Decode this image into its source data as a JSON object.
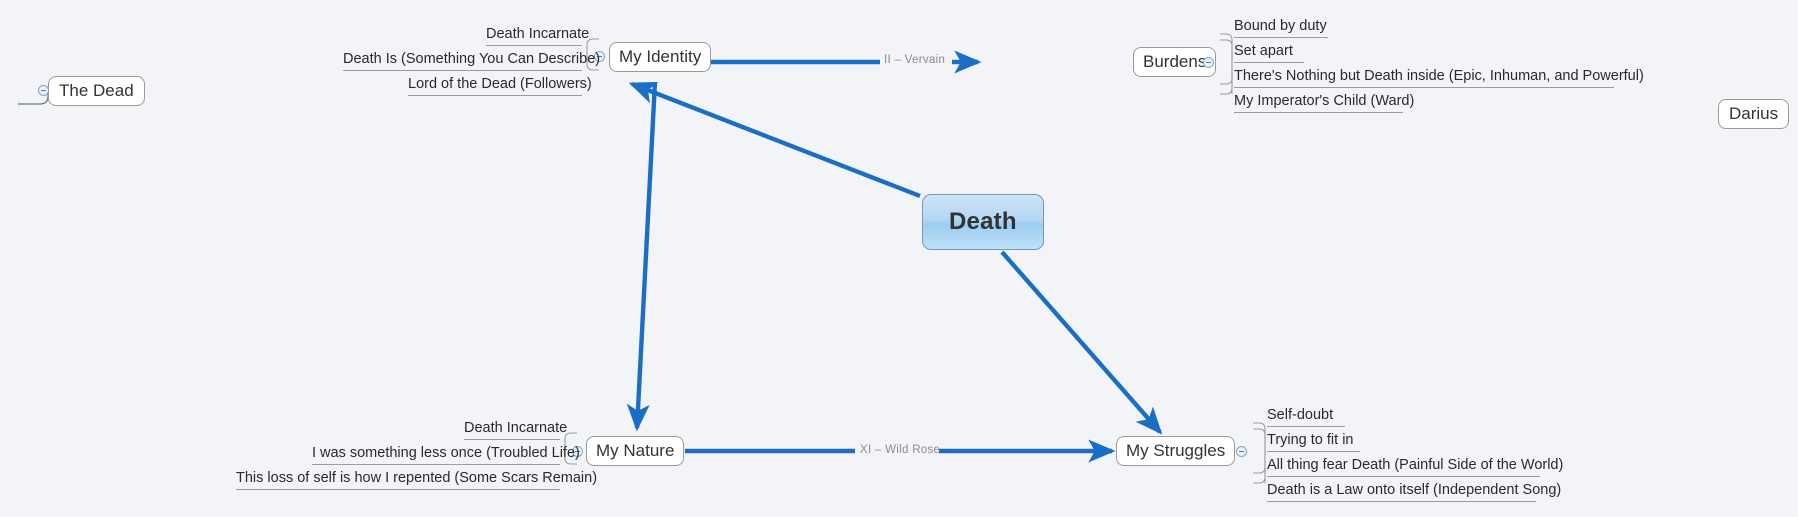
{
  "canvas": {
    "background_color": "#f2f4f7",
    "accent_color": "#1a6fc4",
    "central_fill": "#b4d7f3"
  },
  "central": {
    "label": "Death"
  },
  "floating_nodes": [
    {
      "label": "The Dead"
    },
    {
      "label": "Darius"
    }
  ],
  "edges": [
    {
      "from": "My Identity",
      "to": "Burdens",
      "label": "II – Vervain"
    },
    {
      "from": "My Nature",
      "to": "My Struggles",
      "label": "XI – Wild Rose"
    },
    {
      "from": "Death",
      "to": "My Identity",
      "label": ""
    },
    {
      "from": "Death",
      "to": "My Struggles",
      "label": ""
    },
    {
      "from": "My Identity",
      "to": "My Nature",
      "label": ""
    }
  ],
  "branches": [
    {
      "id": "my-identity",
      "label": "My Identity",
      "side": "left",
      "subtopics": [
        "Death Incarnate",
        "Death Is (Something You Can Describe)",
        "Lord of the Dead (Followers)"
      ]
    },
    {
      "id": "burdens",
      "label": "Burdens",
      "side": "right",
      "subtopics": [
        "Bound by duty",
        "Set apart",
        "There's Nothing but Death inside (Epic, Inhuman, and Powerful)",
        "My Imperator's Child (Ward)"
      ]
    },
    {
      "id": "my-nature",
      "label": "My Nature",
      "side": "left",
      "subtopics": [
        "Death Incarnate",
        "I was something less once (Troubled Life)",
        "This loss of self is how I repented (Some Scars Remain)"
      ]
    },
    {
      "id": "my-struggles",
      "label": "My Struggles",
      "side": "right",
      "subtopics": [
        "Self-doubt",
        "Trying to fit in",
        "All thing fear Death (Painful Side of the World)",
        "Death is a Law onto itself (Independent Song)"
      ]
    }
  ]
}
